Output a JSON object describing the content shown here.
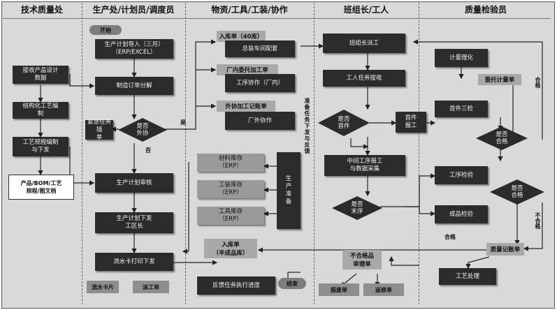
{
  "lanes": [
    "技术质量处",
    "生产处/计划员/调度员",
    "物资/工具/工装/协作",
    "班组长/工人",
    "质量检验员"
  ],
  "tech": {
    "design": "接收产品设计\n数据",
    "process": "结构化工艺编\n制",
    "compile": "工艺规程编制\n与下发",
    "docs": "产品/BOM/工艺\n规程/图文档"
  },
  "plan": {
    "start": "开始",
    "import": "生产计划导入（三月）\n（ERP/EXCEL）",
    "split": "制造订单分解",
    "urgent": "紧急任务插\n单",
    "outsource_q": "是否\n外协",
    "review": "生产计划审核",
    "dispatch": "生产计划下发\n工区长",
    "print": "流水卡打印下发",
    "card_btn": "流水卡片",
    "work_btn": "派工单"
  },
  "material": {
    "inbound_40": "入库单（40库）",
    "assembly": "总装车间配套",
    "factory_order": "厂内委托加工单",
    "process_coop": "工序协作（厂内）",
    "outsource_ticket": "外协加工记账单",
    "outside_coop": "厂外协作",
    "stock_material": "材料库存\n（ERP）",
    "stock_fixture": "工装库存\n（ERP）",
    "stock_tool": "工具库存\n（ERP）",
    "prod_prep": "生\n产\n准\n备",
    "inbound_semi": "入库单\n（半成品库）",
    "feedback": "反馈任务执行进度",
    "end": "结束",
    "side_note": "准备任务下发与反馈"
  },
  "worker": {
    "dispatch": "班组长派工",
    "receive": "工人任务接收",
    "first_q": "是否\n首件",
    "first_report": "首件\n报工",
    "mid_report": "中间工序报工\n与数据采集",
    "last_q": "是否\n末序",
    "ng_review": "不合格品\n审理单",
    "scrap": "报废单",
    "repair": "返修单"
  },
  "quality": {
    "metering": "计量理化",
    "entrust": "委托计量单",
    "first_check": "首件三检",
    "pass_q1": "是否\n合格",
    "process_check": "工序检验",
    "pass_q2": "是否\n合格",
    "final_check": "成品检验",
    "record": "质量记账单",
    "handle": "工艺处理"
  },
  "labels": {
    "yes1": "是",
    "no1": "否",
    "pass1": "合格",
    "pass2": "合格",
    "fail": "不合格"
  }
}
